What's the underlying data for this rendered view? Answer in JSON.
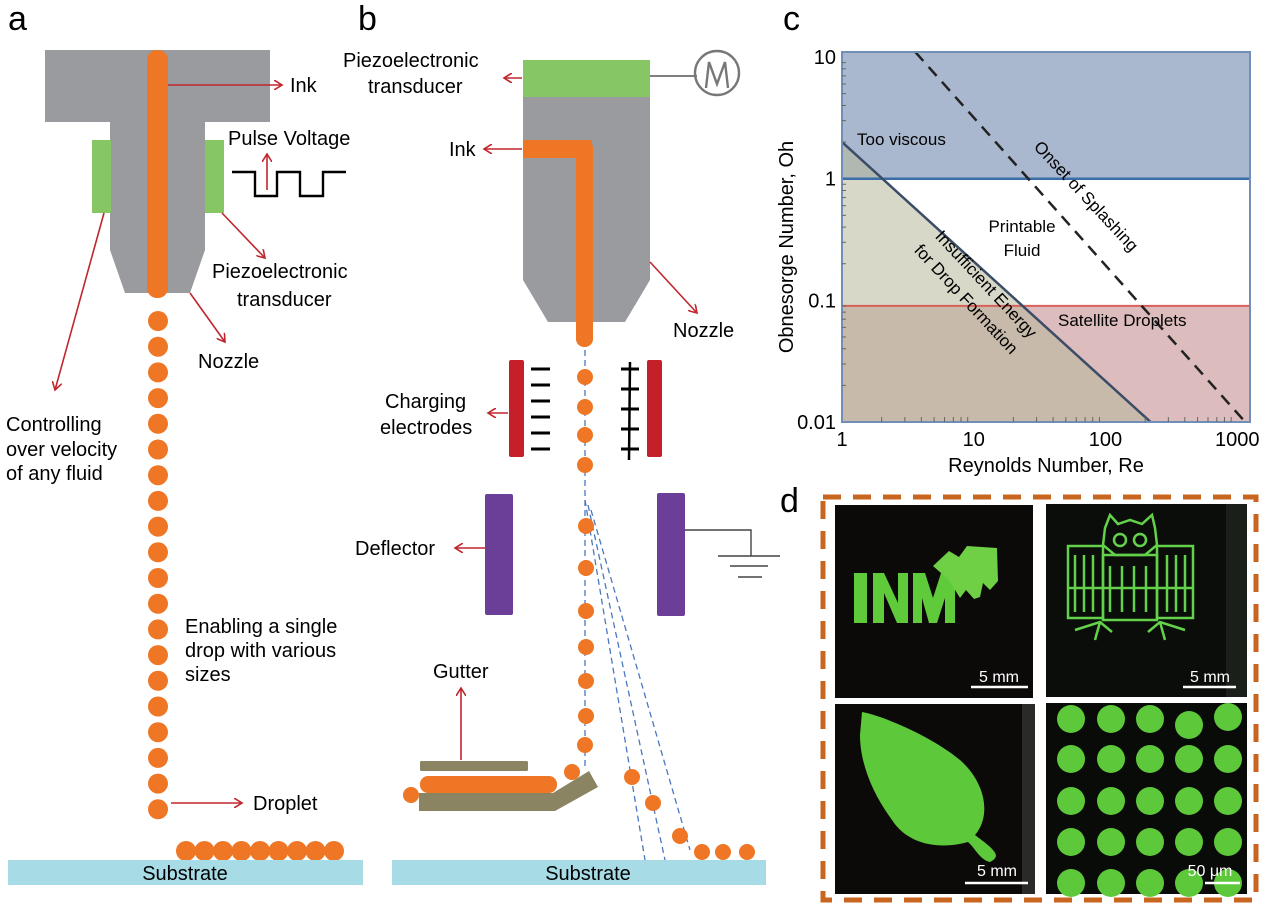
{
  "panel_labels": {
    "a": "a",
    "b": "b",
    "c": "c",
    "d": "d"
  },
  "colors": {
    "nozzle_gray": "#9a9b9f",
    "ink_orange": "#ee7624",
    "piezo_green": "#86c665",
    "arrow_red": "#c0262e",
    "electrode_red": "#c51f2a",
    "deflector_purple": "#6b3f98",
    "gutter_olive": "#8a8463",
    "substrate_blue": "#a7dbe6",
    "trajectory_blue": "#4a78c0",
    "frame_orange": "#c8651e"
  },
  "panel_a": {
    "ink_label": "Ink",
    "pulse_voltage_label": "Pulse Voltage",
    "piezo_label_line1": "Piezoelectronic",
    "piezo_label_line2": "transducer",
    "nozzle_label": "Nozzle",
    "controlling_line1": "Controlling",
    "controlling_line2": "over velocity",
    "controlling_line3": "of any fluid",
    "enabling_line1": "Enabling a single",
    "enabling_line2": "drop with various",
    "enabling_line3": "sizes",
    "droplet_label": "Droplet",
    "substrate_label": "Substrate"
  },
  "panel_b": {
    "piezo_label_line1": "Piezoelectronic",
    "piezo_label_line2": "transducer",
    "ink_label": "Ink",
    "nozzle_label": "Nozzle",
    "charging_line1": "Charging",
    "charging_line2": "electrodes",
    "deflector_label": "Deflector",
    "gutter_label": "Gutter",
    "substrate_label": "Substrate"
  },
  "chart_data": {
    "type": "area",
    "title": "",
    "xlabel": "Reynolds Number, Re",
    "ylabel": "Obnesorge Number, Oh",
    "xscale": "log",
    "yscale": "log",
    "xlim": [
      1,
      1250
    ],
    "ylim": [
      0.01,
      11
    ],
    "x_ticks": [
      1,
      10,
      100,
      1000
    ],
    "x_tick_labels": [
      "1",
      "10",
      "100",
      "1000"
    ],
    "y_ticks": [
      0.01,
      0.1,
      1,
      10
    ],
    "y_tick_labels": [
      "0.01",
      "0.1",
      "1",
      "10"
    ],
    "grid": false,
    "regions": [
      {
        "name": "Too viscous",
        "condition": "Oh > 1",
        "color": "#aab8cf"
      },
      {
        "name": "Printable Fluid",
        "condition": "0.1 < Oh < 1, above energy line",
        "color": "#ffffff"
      },
      {
        "name": "Satellite Droplets",
        "condition": "Oh < 0.1",
        "color": "#dcbcbc"
      },
      {
        "name": "Insufficient Energy for Drop Formation",
        "condition": "below line Oh = 2/Re",
        "color": "#d9dcc4"
      }
    ],
    "boundaries": [
      {
        "name": "Oh = 1",
        "type": "hline",
        "y": 1,
        "color": "#3b6ea8"
      },
      {
        "name": "Oh = 0.1",
        "type": "hline",
        "y": 0.09,
        "color": "#d9605a"
      },
      {
        "name": "Insufficient energy line",
        "type": "line",
        "points": [
          [
            1,
            2.0
          ],
          [
            220,
            0.01
          ]
        ],
        "color": "#3a4c66"
      },
      {
        "name": "Onset of Splashing",
        "type": "dashed",
        "points": [
          [
            3.6,
            11
          ],
          [
            1150,
            0.01
          ]
        ],
        "color": "#222222"
      }
    ],
    "annotations": [
      {
        "text": "Too viscous",
        "x": 1.3,
        "y": 2.2
      },
      {
        "text_line1": "Printable",
        "text_line2": "Fluid",
        "x": 20,
        "y": 0.3
      },
      {
        "text": "Onset of Splashing",
        "x": 60,
        "y": 1.0
      },
      {
        "text_line1": "Insufficient Energy",
        "text_line2": "for Drop Formation",
        "x": 10,
        "y": 0.08
      },
      {
        "text": "Satellite Droplets",
        "x": 150,
        "y": 0.05
      }
    ]
  },
  "panel_d": {
    "images": [
      {
        "subject": "INM logo",
        "scale_bar": "5 mm"
      },
      {
        "subject": "owl pattern",
        "scale_bar": "5 mm"
      },
      {
        "subject": "leaf",
        "scale_bar": "5 mm"
      },
      {
        "subject": "dot array",
        "scale_bar": "50 μm"
      }
    ]
  }
}
